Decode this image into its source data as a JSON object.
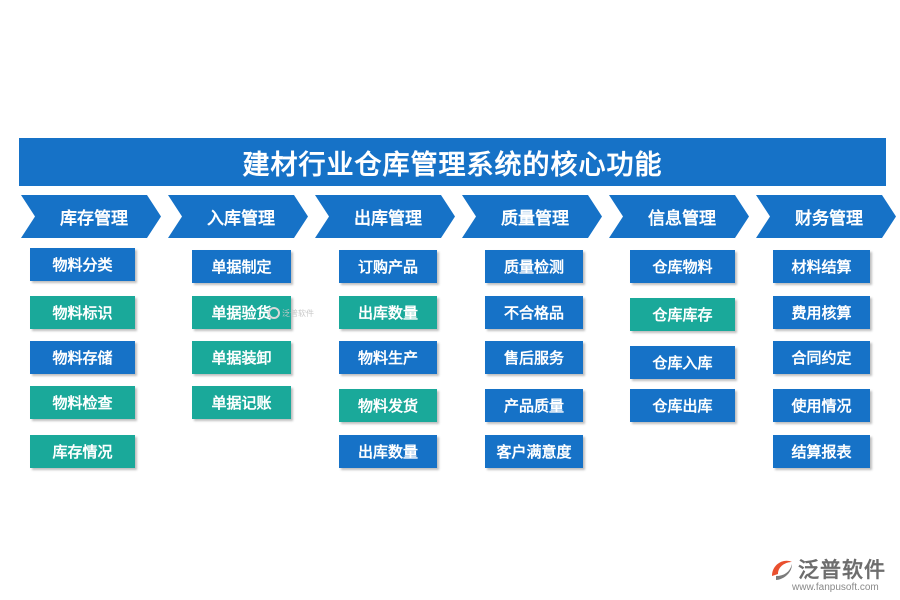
{
  "title": "建材行业仓库管理系统的核心功能",
  "columns": [
    {
      "header": "库存管理",
      "items": [
        {
          "label": "物料分类",
          "color": "blue"
        },
        {
          "label": "物料标识",
          "color": "teal"
        },
        {
          "label": "物料存储",
          "color": "blue"
        },
        {
          "label": "物料检查",
          "color": "teal"
        },
        {
          "label": "库存情况",
          "color": "teal"
        }
      ]
    },
    {
      "header": "入库管理",
      "items": [
        {
          "label": "单据制定",
          "color": "blue"
        },
        {
          "label": "单据验货",
          "color": "teal"
        },
        {
          "label": "单据装卸",
          "color": "teal"
        },
        {
          "label": "单据记账",
          "color": "teal"
        }
      ]
    },
    {
      "header": "出库管理",
      "items": [
        {
          "label": "订购产品",
          "color": "blue"
        },
        {
          "label": "出库数量",
          "color": "teal"
        },
        {
          "label": "物料生产",
          "color": "blue"
        },
        {
          "label": "物料发货",
          "color": "teal"
        },
        {
          "label": "出库数量",
          "color": "blue"
        }
      ]
    },
    {
      "header": "质量管理",
      "items": [
        {
          "label": "质量检测",
          "color": "blue"
        },
        {
          "label": "不合格品",
          "color": "blue"
        },
        {
          "label": "售后服务",
          "color": "blue"
        },
        {
          "label": "产品质量",
          "color": "blue"
        },
        {
          "label": "客户满意度",
          "color": "blue"
        }
      ]
    },
    {
      "header": "信息管理",
      "items": [
        {
          "label": "仓库物料",
          "color": "blue"
        },
        {
          "label": "仓库库存",
          "color": "teal"
        },
        {
          "label": "仓库入库",
          "color": "blue"
        },
        {
          "label": "仓库出库",
          "color": "blue"
        }
      ]
    },
    {
      "header": "财务管理",
      "items": [
        {
          "label": "材料结算",
          "color": "blue"
        },
        {
          "label": "费用核算",
          "color": "blue"
        },
        {
          "label": "合同约定",
          "color": "blue"
        },
        {
          "label": "使用情况",
          "color": "blue"
        },
        {
          "label": "结算报表",
          "color": "blue"
        }
      ]
    }
  ],
  "colors": {
    "blue": "#1672c7",
    "teal": "#1aa99a"
  },
  "watermark_text": "泛普软件",
  "brand": {
    "name": "泛普软件",
    "url": "www.fanpusoft.com",
    "icon": "fanpu-logo-icon"
  }
}
